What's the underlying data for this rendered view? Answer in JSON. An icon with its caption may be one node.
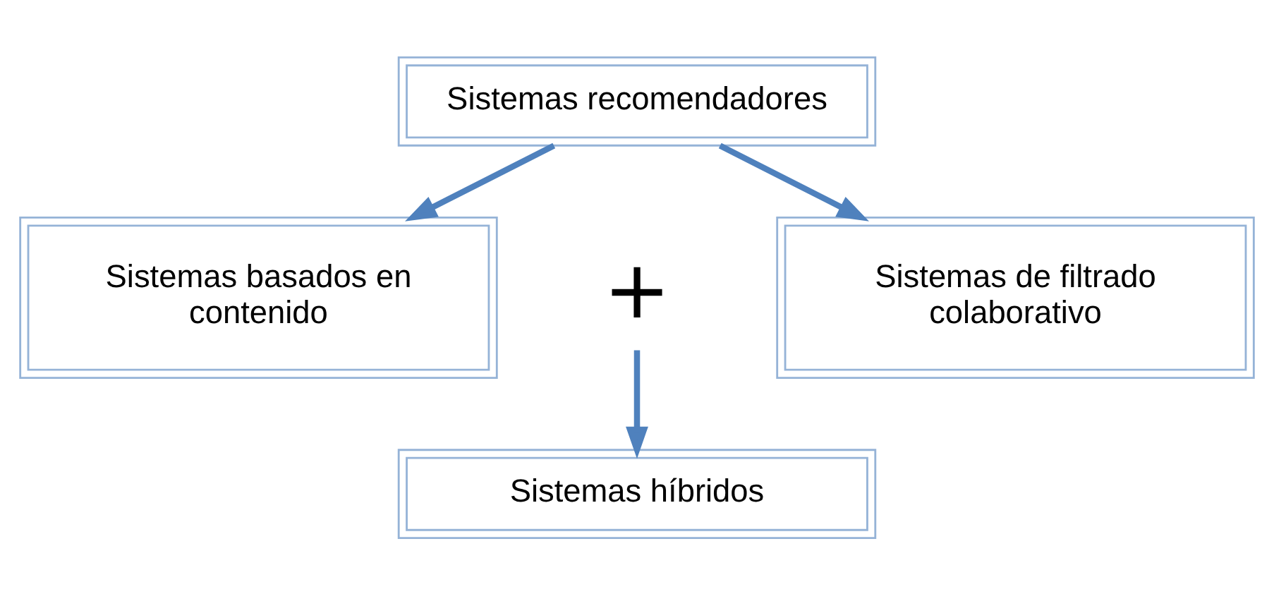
{
  "diagram": {
    "nodes": [
      {
        "text": [
          "Sistemas recomendadores"
        ]
      },
      {
        "text": [
          "Sistemas basados en contenido"
        ]
      },
      {
        "text": [
          "Sistemas de filtrado colaborativo"
        ]
      },
      {
        "text": [
          "+"
        ]
      },
      {
        "text": [
          "Sistemas híbridos"
        ]
      }
    ],
    "edges": [
      {
        "from": 0,
        "to": 1,
        "arrow": "to"
      },
      {
        "from": 0,
        "to": 2,
        "arrow": "to"
      },
      {
        "from": 3,
        "to": 4,
        "arrow": "to"
      }
    ]
  }
}
